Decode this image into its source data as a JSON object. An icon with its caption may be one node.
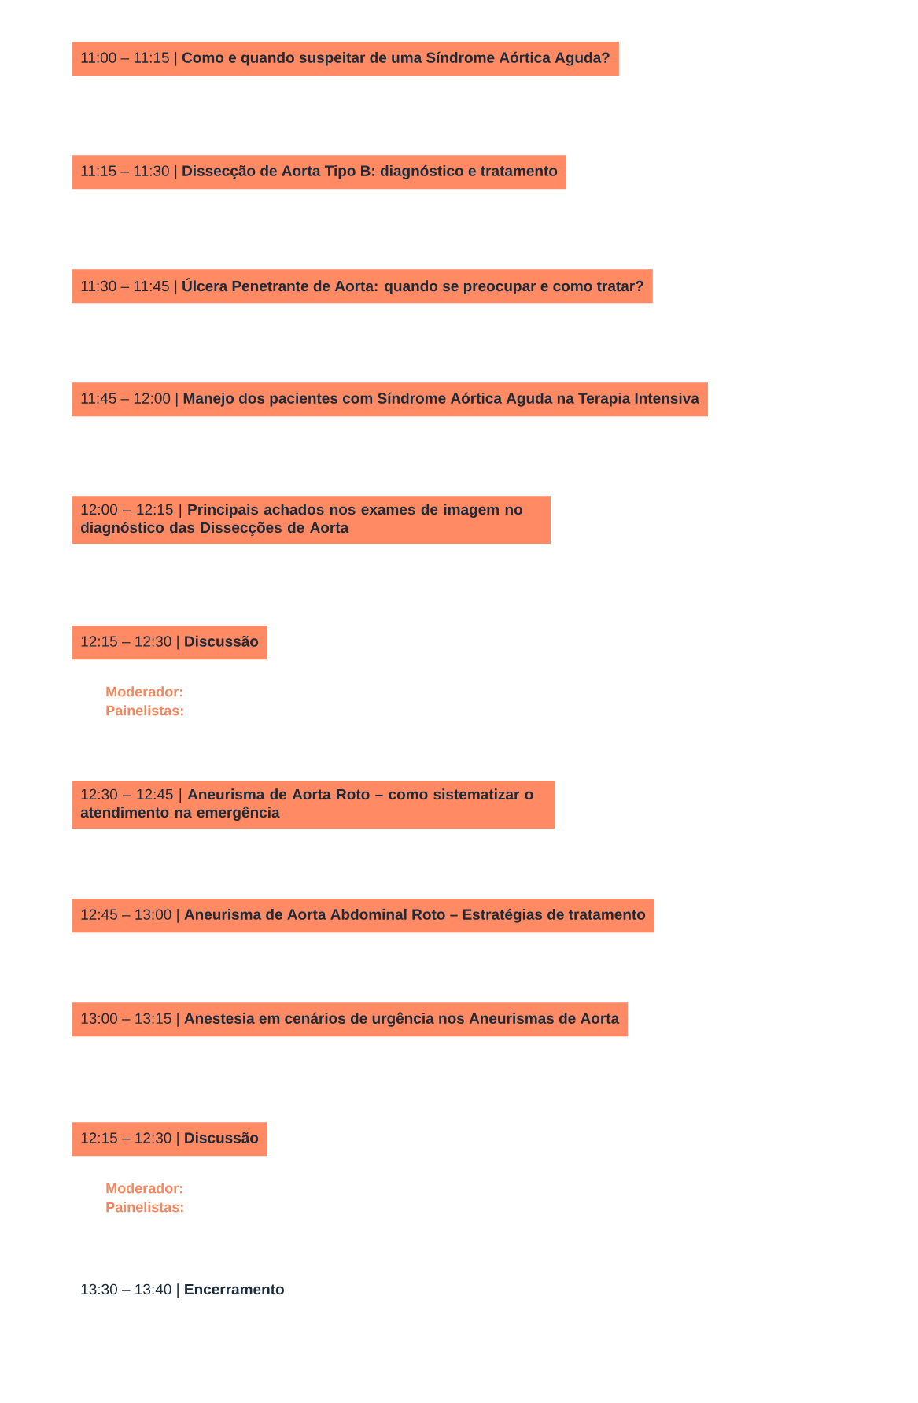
{
  "diagram": {
    "nodes": [
      {
        "text": [
          "11:00 – 11:15 | **Como e quando suspeitar de uma Síndrome Aórtica Aguda?**"
        ]
      },
      {
        "text": [
          "11:15 – 11:30 | **Dissecção de Aorta Tipo B: diagnóstico e tratamento**"
        ]
      },
      {
        "text": [
          "11:30 – 11:45 | **Úlcera Penetrante de Aorta: quando se preocupar e como tratar?**"
        ]
      },
      {
        "text": [
          "11:45 – 12:00 | **Manejo dos pacientes com Síndrome Aórtica Aguda na Terapia Intensiva**"
        ]
      },
      {
        "text": [
          "12:00 – 12:15 | **Principais achados nos exames de imagem no diagnóstico das Dissecções de Aorta**"
        ]
      },
      {
        "text": [
          "12:15 – 12:30 | **Discussão**"
        ]
      },
      {
        "text": [
          "12:30 – 12:45 | **Aneurisma de Aorta Roto – como sistematizar o atendimento na emergência**"
        ]
      },
      {
        "text": [
          "12:45 – 13:00 | **Aneurisma de Aorta Abdominal Roto – Estratégias de tratamento**"
        ]
      },
      {
        "text": [
          "13:00 – 13:15 | **Anestesia em cenários de urgência nos Aneurismas de Aorta**"
        ]
      },
      {
        "text": [
          "12:15 – 12:30 | **Discussão**"
        ]
      }
    ],
    "labels": [
      "Moderador:",
      "Painelistas:",
      "Moderador:",
      "Painelistas:",
      "13:30 – 13:40 | **Encerramento**"
    ]
  }
}
